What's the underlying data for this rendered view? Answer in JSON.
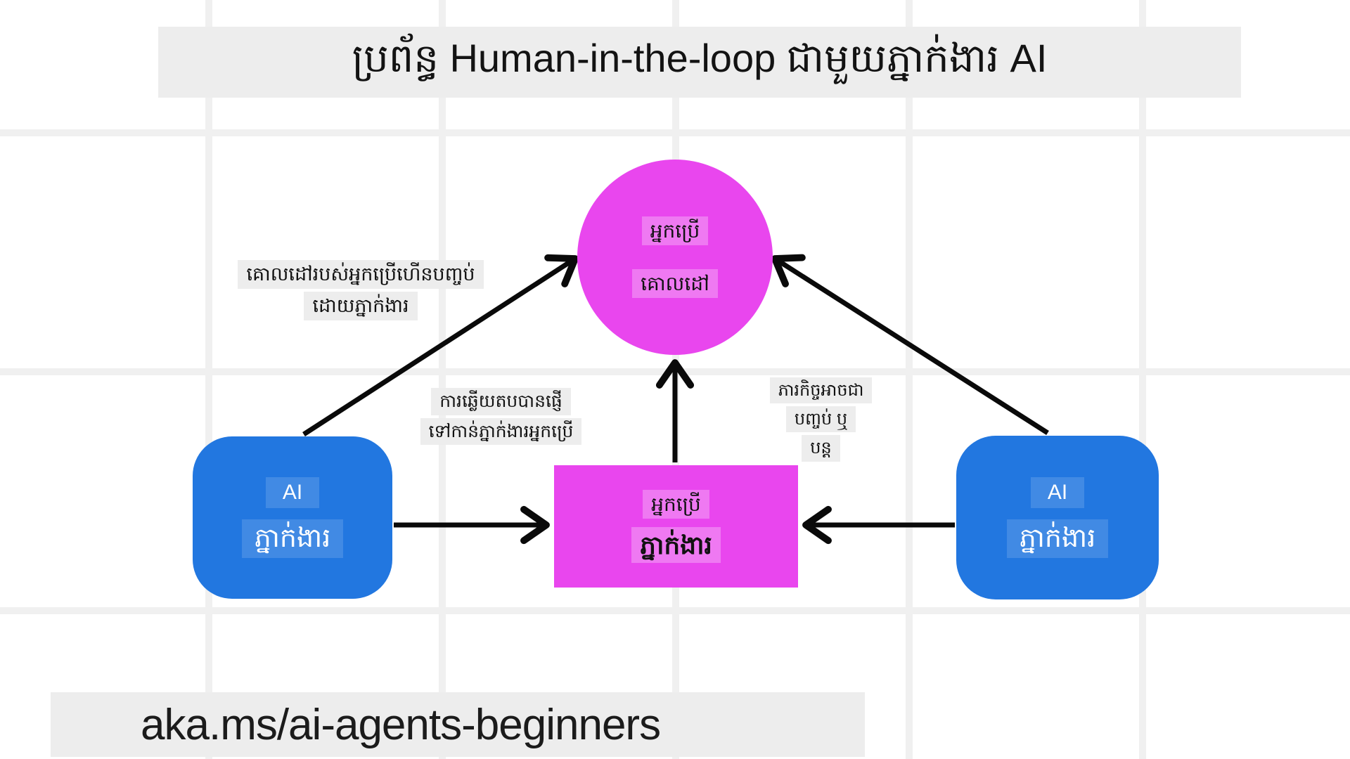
{
  "title": {
    "text": "ប្រព័ន្ធ Human-in-the-loop ជាមួយភ្នាក់ងារ AI"
  },
  "footer": {
    "url": "aka.ms/ai-agents-beginners"
  },
  "colors": {
    "magenta": "#e946ee",
    "blue": "#2277e0",
    "bar_bg": "#ededed",
    "grid_line": "#f0f0f0",
    "arrow": "#0a0a0a"
  },
  "nodes": {
    "user_circle": {
      "shape": "circle",
      "lines": [
        "អ្នកប្រើ",
        "គោលដៅ"
      ]
    },
    "proxy_rect": {
      "shape": "rectangle",
      "lines": [
        "អ្នកប្រើ",
        "ភ្នាក់ងារ"
      ]
    },
    "agent_left": {
      "shape": "rounded-rectangle",
      "lines": [
        "AI",
        "ភ្នាក់ងារ"
      ]
    },
    "agent_right": {
      "shape": "rounded-rectangle",
      "lines": [
        "AI",
        "ភ្នាក់ងារ"
      ]
    }
  },
  "edge_labels": {
    "left": {
      "lines": [
        "គោលដៅរបស់អ្នកប្រើហើនបញ្ចប់",
        "ដោយភ្នាក់ងារ"
      ]
    },
    "middle": {
      "lines": [
        "ការឆ្លើយតបបានផ្ញើ",
        "ទៅកាន់ភ្នាក់ងារអ្នកប្រើ"
      ]
    },
    "right": {
      "lines": [
        "ភារកិច្ចអាចជា",
        "បញ្ចប់ ឬ",
        "បន្ត"
      ]
    }
  },
  "edges": [
    {
      "from": "agent_left",
      "to": "user_circle"
    },
    {
      "from": "agent_right",
      "to": "user_circle"
    },
    {
      "from": "proxy_rect",
      "to": "user_circle"
    },
    {
      "from": "agent_left",
      "to": "proxy_rect"
    },
    {
      "from": "agent_right",
      "to": "proxy_rect"
    }
  ]
}
